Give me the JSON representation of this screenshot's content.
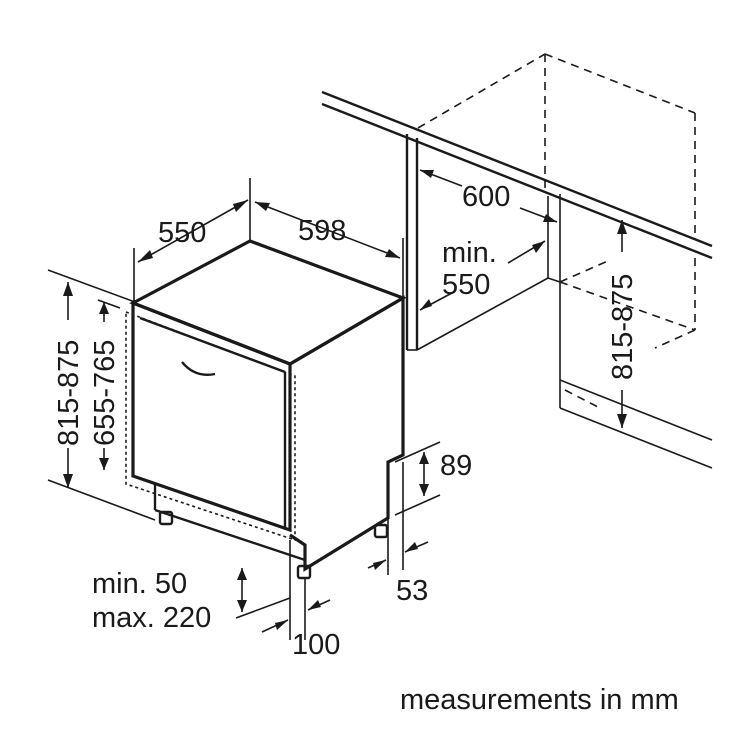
{
  "dimensions": {
    "depth": "550",
    "width": "598",
    "niche_depth": "600",
    "niche_min_label": "min.",
    "niche_min_value": "550",
    "niche_height": "815-875",
    "total_height": "815-875",
    "door_height": "655-765",
    "plinth_height": "89",
    "plinth_recess": "53",
    "foot_min": "min. 50",
    "foot_max": "max. 220",
    "foot_offset": "100"
  },
  "caption": "measurements in mm"
}
